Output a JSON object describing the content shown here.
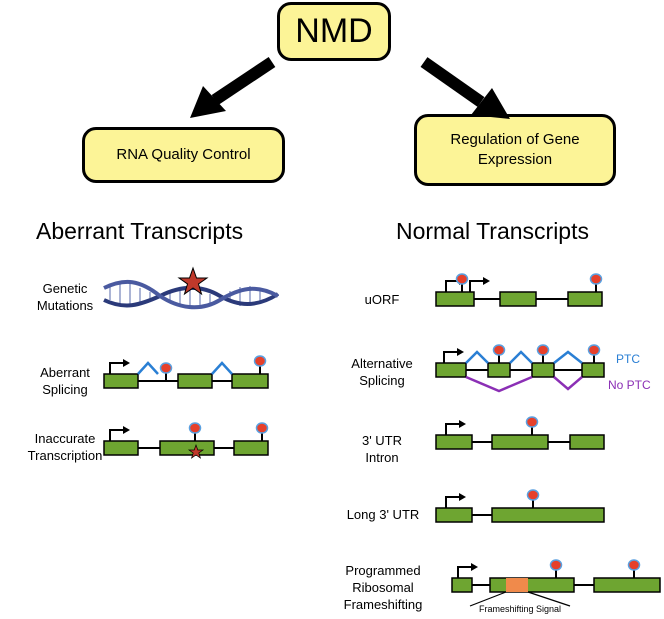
{
  "title": "NMD",
  "categories": {
    "left": "RNA Quality Control",
    "right": "Regulation of Gene Expression"
  },
  "sections": {
    "left_heading": "Aberrant Transcripts",
    "right_heading": "Normal Transcripts"
  },
  "aberrant_items": [
    {
      "line1": "Genetic",
      "line2": "Mutations"
    },
    {
      "line1": "Aberrant",
      "line2": "Splicing"
    },
    {
      "line1": "Inaccurate",
      "line2": "Transcription"
    }
  ],
  "normal_items": [
    {
      "line1": "uORF"
    },
    {
      "line1": "Alternative",
      "line2": "Splicing"
    },
    {
      "line1": "3' UTR",
      "line2": "Intron"
    },
    {
      "line1": "Long 3' UTR"
    },
    {
      "line1": "Programmed",
      "line2": "Ribosomal",
      "line3": "Frameshifting"
    }
  ],
  "legend": {
    "ptc": "PTC",
    "no_ptc": "No PTC",
    "ptc_color": "#2a7fd4",
    "no_ptc_color": "#8b2fb5"
  },
  "frameshift_label": "Frameshifting Signal",
  "colors": {
    "exon": "#6ea531",
    "ptc_marker": "#e6402b",
    "ptc_outline": "#5aa0e0",
    "splice_blue": "#2a7fd4",
    "splice_purple": "#8b2fb5",
    "frameshift_signal": "#f08a4b",
    "box_fill": "#fcf497",
    "dna_strand": "#2b3a7a",
    "star": "#c0392b"
  }
}
